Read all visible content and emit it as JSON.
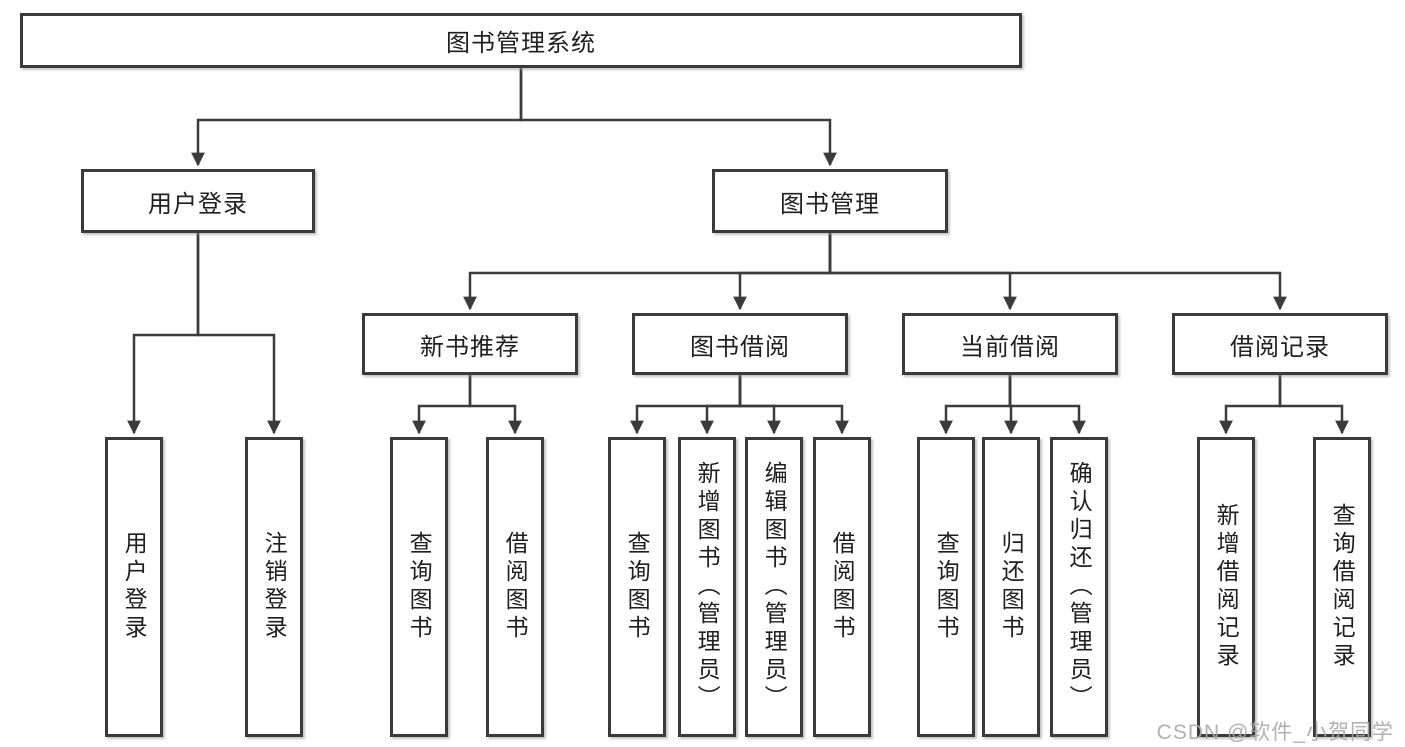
{
  "diagram_type": "tree",
  "tree": {
    "label": "图书管理系统",
    "children": [
      {
        "label": "用户登录",
        "children": [
          {
            "label": "用户登录"
          },
          {
            "label": "注销登录"
          }
        ]
      },
      {
        "label": "图书管理",
        "children": [
          {
            "label": "新书推荐",
            "children": [
              {
                "label": "查询图书"
              },
              {
                "label": "借阅图书"
              }
            ]
          },
          {
            "label": "图书借阅",
            "children": [
              {
                "label": "查询图书"
              },
              {
                "label": "新增图书（管理员）"
              },
              {
                "label": "编辑图书（管理员）"
              },
              {
                "label": "借阅图书"
              }
            ]
          },
          {
            "label": "当前借阅",
            "children": [
              {
                "label": "查询图书"
              },
              {
                "label": "归还图书"
              },
              {
                "label": "确认归还（管理员）"
              }
            ]
          },
          {
            "label": "借阅记录",
            "children": [
              {
                "label": "新增借阅记录"
              },
              {
                "label": "查询借阅记录"
              }
            ]
          }
        ]
      }
    ]
  },
  "watermark": {
    "text": "CSDN @软件_小贺同学"
  },
  "colors": {
    "box_border": "#3a3a3a",
    "connector": "#3b3b3b",
    "text": "#1f1f1f",
    "watermark": "#a8a8a8",
    "background": "#ffffff"
  }
}
